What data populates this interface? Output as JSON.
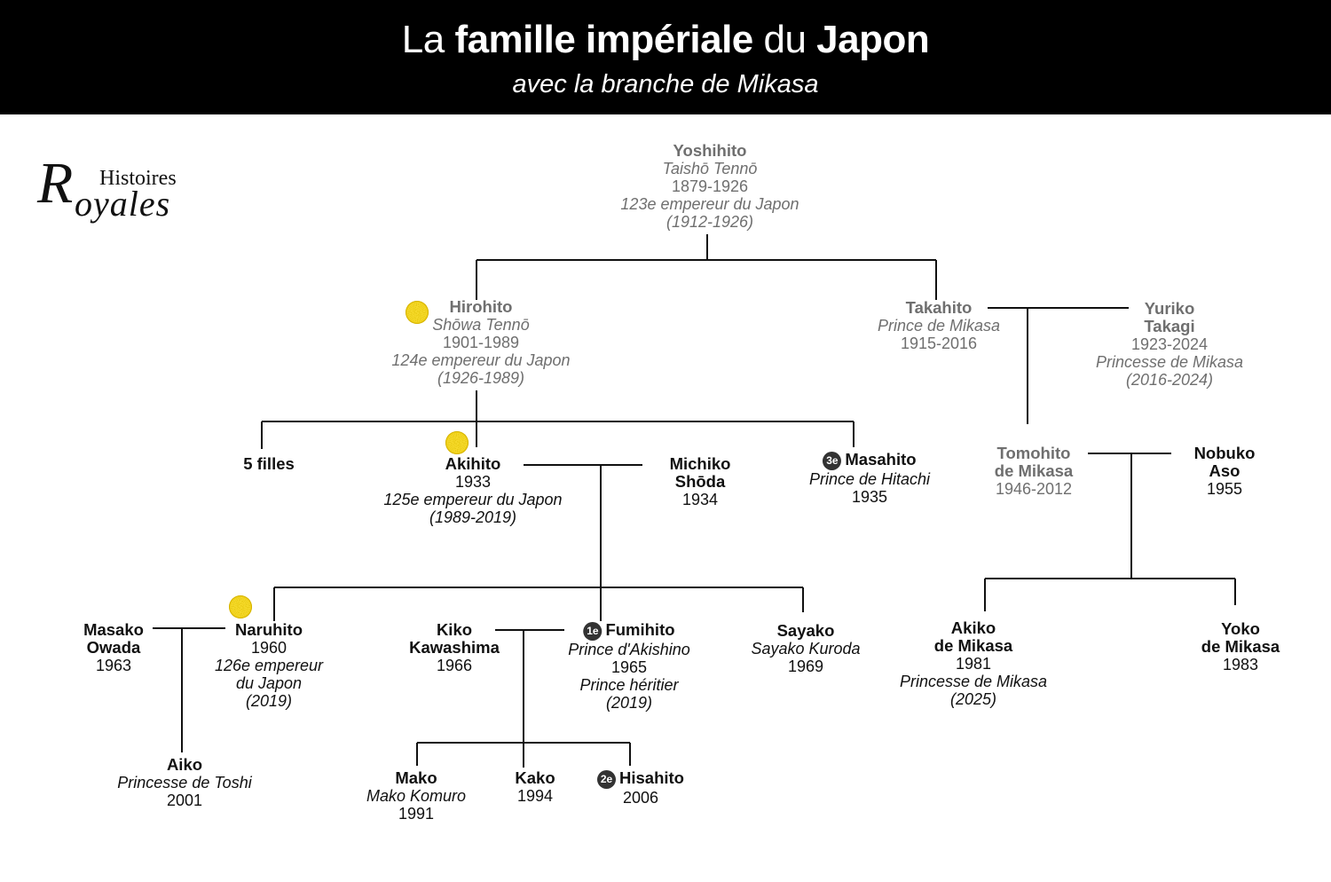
{
  "header": {
    "title_parts": {
      "p1": "La ",
      "p2": "famille impériale",
      "p3": " du ",
      "p4": "Japon"
    },
    "subtitle": "avec la branche de Mikasa",
    "background_color": "#000000"
  },
  "logo": {
    "r": "R",
    "histoires": "Histoires",
    "royales": "oyales"
  },
  "colors": {
    "living": "#111111",
    "deceased": "#6f6f6f",
    "chrysanthemum": "#f2d21a",
    "badge": "#333333"
  },
  "people": {
    "yoshihito": {
      "name": "Yoshihito",
      "l1": "Taishō Tennō",
      "l2": "1879-1926",
      "l3": "123e empereur du Japon",
      "l4": "(1912-1926)"
    },
    "hirohito": {
      "name": "Hirohito",
      "l1": "Shōwa Tennō",
      "l2": "1901-1989",
      "l3": "124e empereur du Japon",
      "l4": "(1926-1989)"
    },
    "takahito": {
      "name": "Takahito",
      "l1": "Prince de Mikasa",
      "l2": "1915-2016"
    },
    "yuriko": {
      "name1": "Yuriko",
      "name2": "Takagi",
      "l1": "1923-2024",
      "l2": "Princesse de Mikasa",
      "l3": "(2016-2024)"
    },
    "filles": {
      "name": "5 filles"
    },
    "akihito": {
      "name": "Akihito",
      "l1": "1933",
      "l2": "125e empereur du Japon",
      "l3": "(1989-2019)"
    },
    "michiko": {
      "name1": "Michiko",
      "name2": "Shōda",
      "l1": "1934"
    },
    "masahito": {
      "badge": "3e",
      "name": "Masahito",
      "l1": "Prince de Hitachi",
      "l2": "1935"
    },
    "tomohito": {
      "name1": "Tomohito",
      "name2": "de Mikasa",
      "l1": "1946-2012"
    },
    "nobuko": {
      "name1": "Nobuko",
      "name2": "Aso",
      "l1": "1955"
    },
    "masako": {
      "name1": "Masako",
      "name2": "Owada",
      "l1": "1963"
    },
    "naruhito": {
      "name": "Naruhito",
      "l1": "1960",
      "l2": "126e empereur",
      "l3": "du Japon",
      "l4": "(2019)"
    },
    "kiko": {
      "name1": "Kiko",
      "name2": "Kawashima",
      "l1": "1966"
    },
    "fumihito": {
      "badge": "1e",
      "name": "Fumihito",
      "l1": "Prince d'Akishino",
      "l2": "1965",
      "l3": "Prince héritier",
      "l4": "(2019)"
    },
    "sayako": {
      "name": "Sayako",
      "l1": "Sayako Kuroda",
      "l2": "1969"
    },
    "akiko": {
      "name1": "Akiko",
      "name2": "de Mikasa",
      "l1": "1981",
      "l2": "Princesse de Mikasa",
      "l3": "(2025)"
    },
    "yoko": {
      "name1": "Yoko",
      "name2": "de Mikasa",
      "l1": "1983"
    },
    "aiko": {
      "name": "Aiko",
      "l1": "Princesse de Toshi",
      "l2": "2001"
    },
    "mako": {
      "name": "Mako",
      "l1": "Mako Komuro",
      "l2": "1991"
    },
    "kako": {
      "name": "Kako",
      "l1": "1994"
    },
    "hisahito": {
      "badge": "2e",
      "name": "Hisahito",
      "l1": "2006"
    }
  }
}
